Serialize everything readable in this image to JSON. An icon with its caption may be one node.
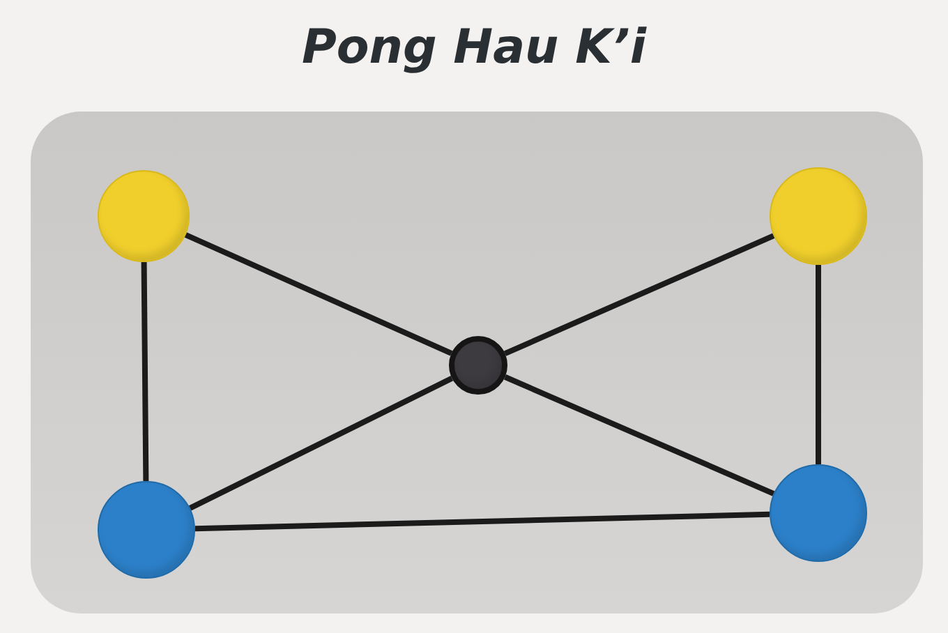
{
  "diagram": {
    "title": "Pong Hau K’i",
    "nodes": [
      {
        "text": [],
        "shape": "circle"
      },
      {
        "text": [],
        "shape": "circle"
      },
      {
        "text": [],
        "shape": "circle"
      },
      {
        "text": [],
        "shape": "circle"
      },
      {
        "text": [],
        "shape": "circle"
      }
    ],
    "edges": [
      {
        "from": 0,
        "to": 3,
        "arrow": "none"
      },
      {
        "from": 0,
        "to": 2,
        "arrow": "none"
      },
      {
        "from": 1,
        "to": 2,
        "arrow": "none"
      },
      {
        "from": 1,
        "to": 4,
        "arrow": "none"
      },
      {
        "from": 3,
        "to": 2,
        "arrow": "none"
      },
      {
        "from": 4,
        "to": 2,
        "arrow": "none"
      },
      {
        "from": 3,
        "to": 4,
        "arrow": "none"
      }
    ]
  }
}
